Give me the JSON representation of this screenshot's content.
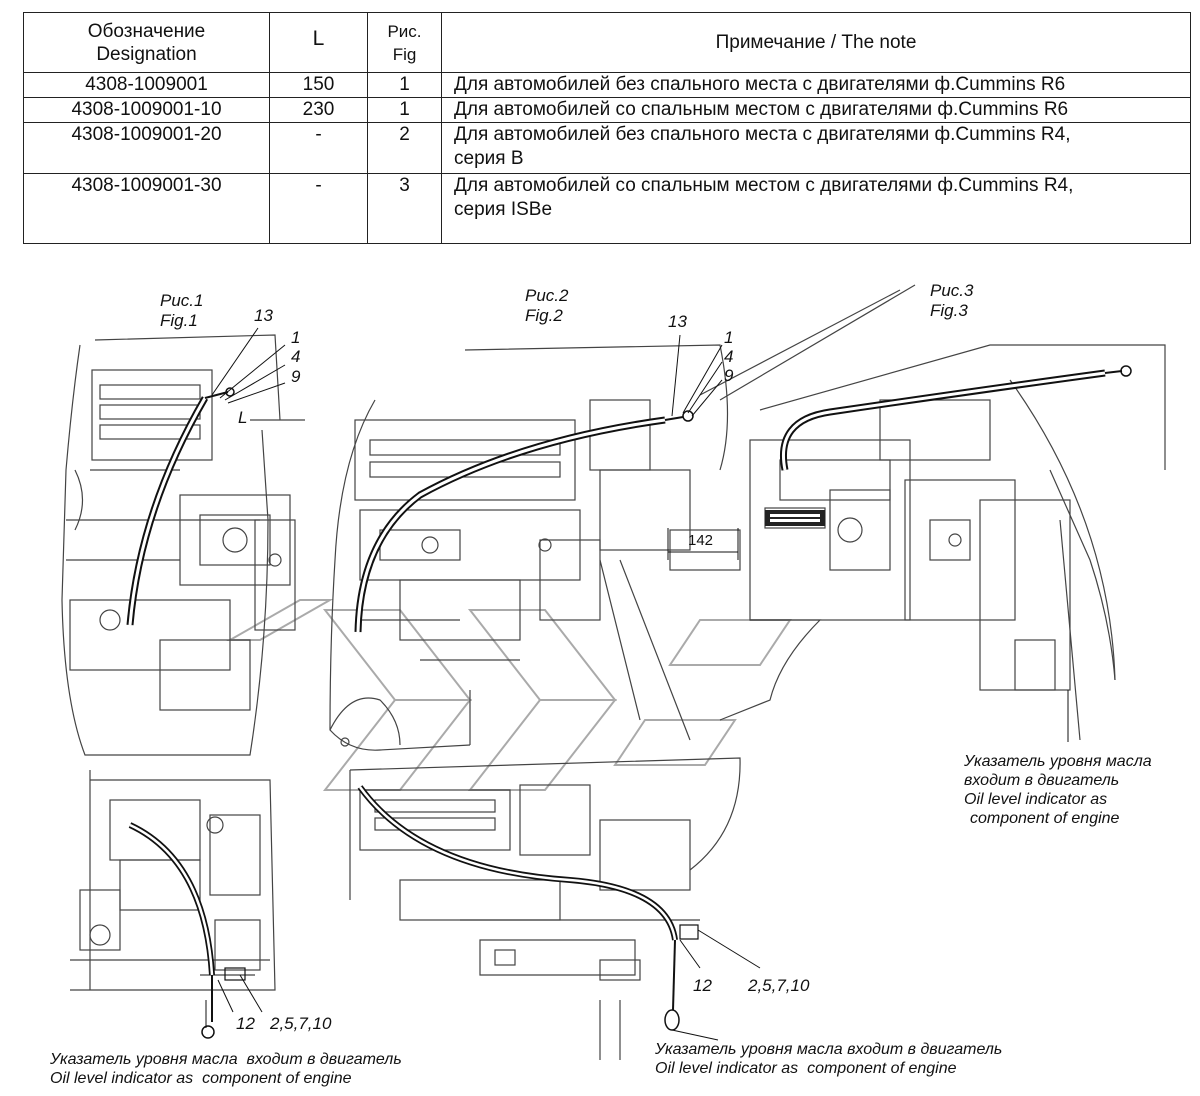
{
  "table": {
    "headers": {
      "designation_ru": "Обозначение",
      "designation_en": "Designation",
      "length": "L",
      "fig_ru": "Рис.",
      "fig_en": "Fig",
      "note": "Примечание / The note"
    },
    "rows": [
      {
        "designation": "4308-1009001",
        "length": "150",
        "fig": "1",
        "note_line1": "Для автомобилей без спального места с двигателями ф.Cummins R6",
        "note_line2": ""
      },
      {
        "designation": "4308-1009001-10",
        "length": "230",
        "fig": "1",
        "note_line1": "Для автомобилей со спальным местом с двигателями ф.Cummins R6",
        "note_line2": ""
      },
      {
        "designation": "4308-1009001-20",
        "length": "-",
        "fig": "2",
        "note_line1": "Для автомобилей без спального места с двигателями ф.Cummins R4,",
        "note_line2": "серия B"
      },
      {
        "designation": "4308-1009001-30",
        "length": "-",
        "fig": "3",
        "note_line1": "Для автомобилей со спальным местом с двигателями ф.Cummins R4,",
        "note_line2": "серия ISBe"
      }
    ]
  },
  "figures": {
    "fig1": {
      "title_ru": "Рис.1",
      "title_en": "Fig.1",
      "callout_13": "13",
      "callout_1": "1",
      "callout_4": "4",
      "callout_9": "9",
      "dim_L": "L",
      "callout_12": "12",
      "callout_group": "2,5,7,10"
    },
    "fig2": {
      "title_ru": "Рис.2",
      "title_en": "Fig.2",
      "callout_13": "13",
      "callout_1": "1",
      "callout_4": "4",
      "callout_9": "9",
      "dim_142": "142",
      "callout_12": "12",
      "callout_group": "2,5,7,10"
    },
    "fig3": {
      "title_ru": "Рис.3",
      "title_en": "Fig.3"
    }
  },
  "captions": {
    "bottom_left_ru": "Указатель уровня масла  входит в двигатель",
    "bottom_left_en": "Oil level indicator as  component of engine",
    "bottom_mid_ru": "Указатель уровня масла входит в двигатель",
    "bottom_mid_en": "Oil level indicator as  component of engine",
    "right_ru_1": "Указатель уровня масла",
    "right_ru_2": "входит в двигатель",
    "right_en_1": "Oil level indicator as",
    "right_en_2": "component of engine"
  }
}
